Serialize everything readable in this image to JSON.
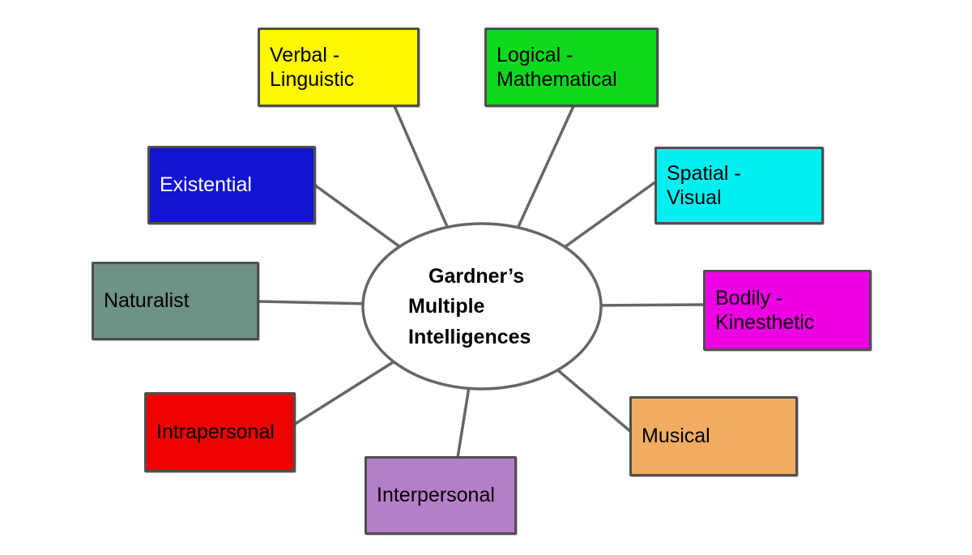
{
  "diagram": {
    "type": "radial-concept-map",
    "center": {
      "label": "Gardner’s\nMultiple\nIntelligences",
      "fill": "#ffffff",
      "border_color": "#666666",
      "text_color": "#000000"
    },
    "nodes": [
      {
        "id": "verbal-linguistic",
        "label": "Verbal -\nLinguistic",
        "color": "#fef900",
        "text_color": "#000000"
      },
      {
        "id": "logical-mathematical",
        "label": "Logical -\nMathematical",
        "color": "#0dd81c",
        "text_color": "#000000"
      },
      {
        "id": "spatial-visual",
        "label": "Spatial -\nVisual",
        "color": "#00f0f0",
        "text_color": "#000000"
      },
      {
        "id": "bodily-kinesthetic",
        "label": "Bodily -\nKinesthetic",
        "color": "#ee00e4",
        "text_color": "#000000"
      },
      {
        "id": "musical",
        "label": "Musical",
        "color": "#f3ad63",
        "text_color": "#000000"
      },
      {
        "id": "interpersonal",
        "label": "Interpersonal",
        "color": "#b57ec8",
        "text_color": "#000000"
      },
      {
        "id": "intrapersonal",
        "label": "Intrapersonal",
        "color": "#ee0101",
        "text_color": "#000000"
      },
      {
        "id": "naturalist",
        "label": "Naturalist",
        "color": "#6e9284",
        "text_color": "#000000"
      },
      {
        "id": "existential",
        "label": "Existential",
        "color": "#1313d2",
        "text_color": "#ffffff"
      }
    ],
    "edges": [
      {
        "from": "center",
        "to": "verbal-linguistic"
      },
      {
        "from": "center",
        "to": "logical-mathematical"
      },
      {
        "from": "center",
        "to": "spatial-visual"
      },
      {
        "from": "center",
        "to": "bodily-kinesthetic"
      },
      {
        "from": "center",
        "to": "musical"
      },
      {
        "from": "center",
        "to": "interpersonal"
      },
      {
        "from": "center",
        "to": "intrapersonal"
      },
      {
        "from": "center",
        "to": "naturalist"
      },
      {
        "from": "center",
        "to": "existential"
      }
    ],
    "edge_color": "#666666",
    "node_border_color": "#4f4f4f",
    "background_color": "#ffffff"
  }
}
